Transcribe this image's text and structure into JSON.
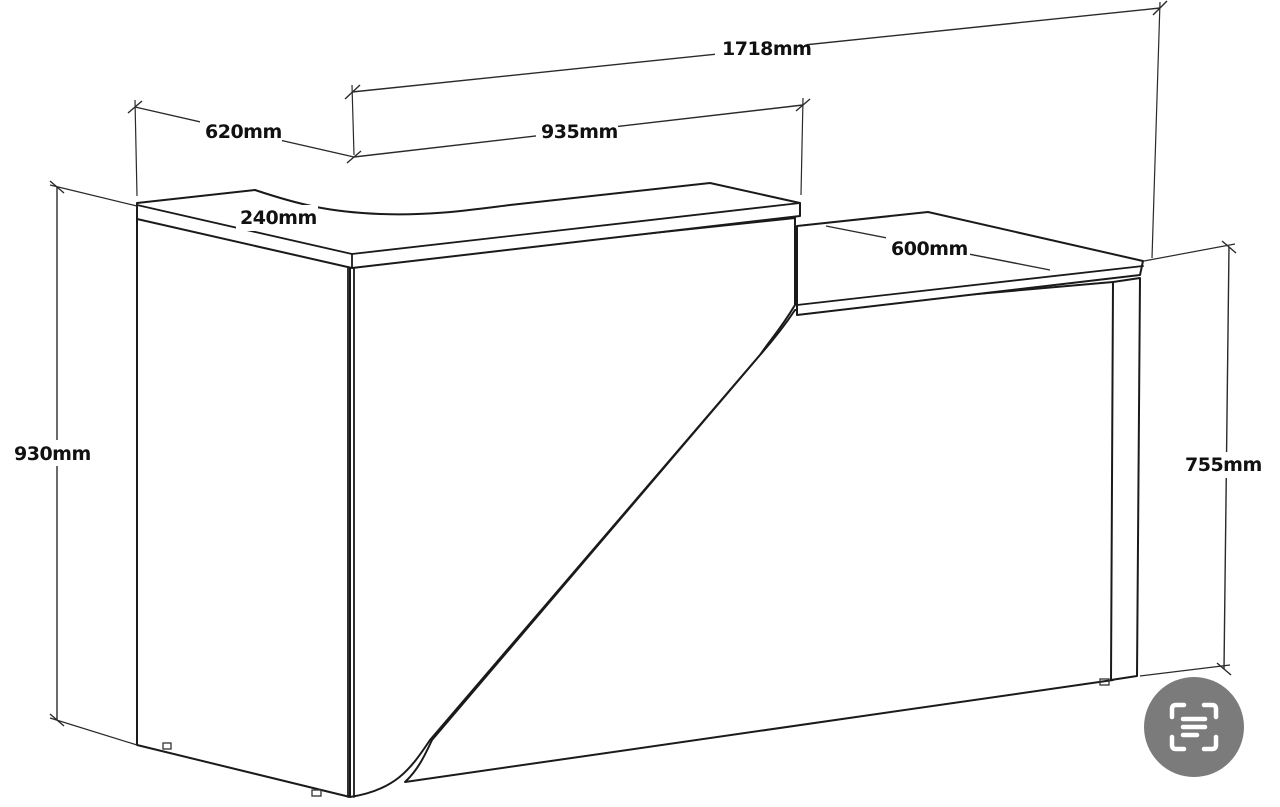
{
  "dimensions": {
    "overall_length": "1718mm",
    "left_depth": "620mm",
    "upper_counter_length": "935mm",
    "upper_counter_width": "240mm",
    "lower_counter_depth": "600mm",
    "total_height": "930mm",
    "lower_height": "755mm"
  },
  "overlay": {
    "scan_icon": "text-scan-icon"
  }
}
